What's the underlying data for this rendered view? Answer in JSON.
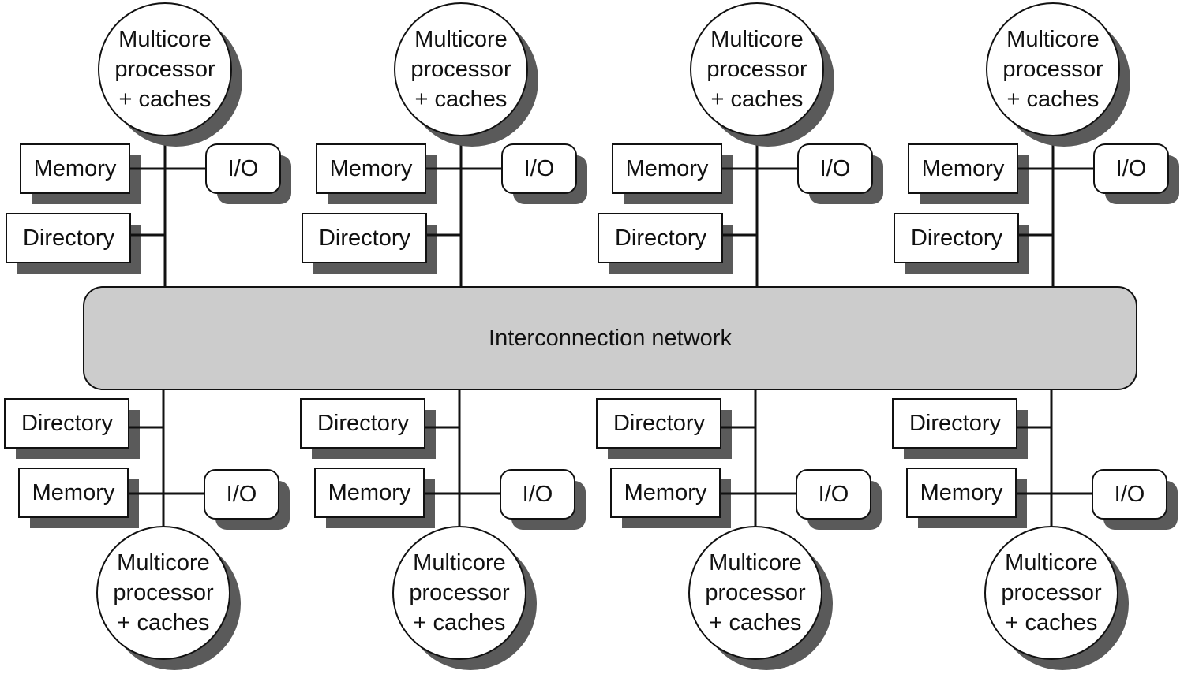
{
  "diagram": {
    "network_label": "Interconnection network",
    "processor_lines": [
      "Multicore",
      "processor",
      "+ caches"
    ],
    "memory_label": "Memory",
    "io_label": "I/O",
    "directory_label": "Directory",
    "node_count_top": 4,
    "node_count_bottom": 4
  },
  "colors": {
    "outline": "#111111",
    "shadow": "#5a5a5a",
    "box_fill": "#ffffff",
    "network_fill": "#cccccc"
  }
}
